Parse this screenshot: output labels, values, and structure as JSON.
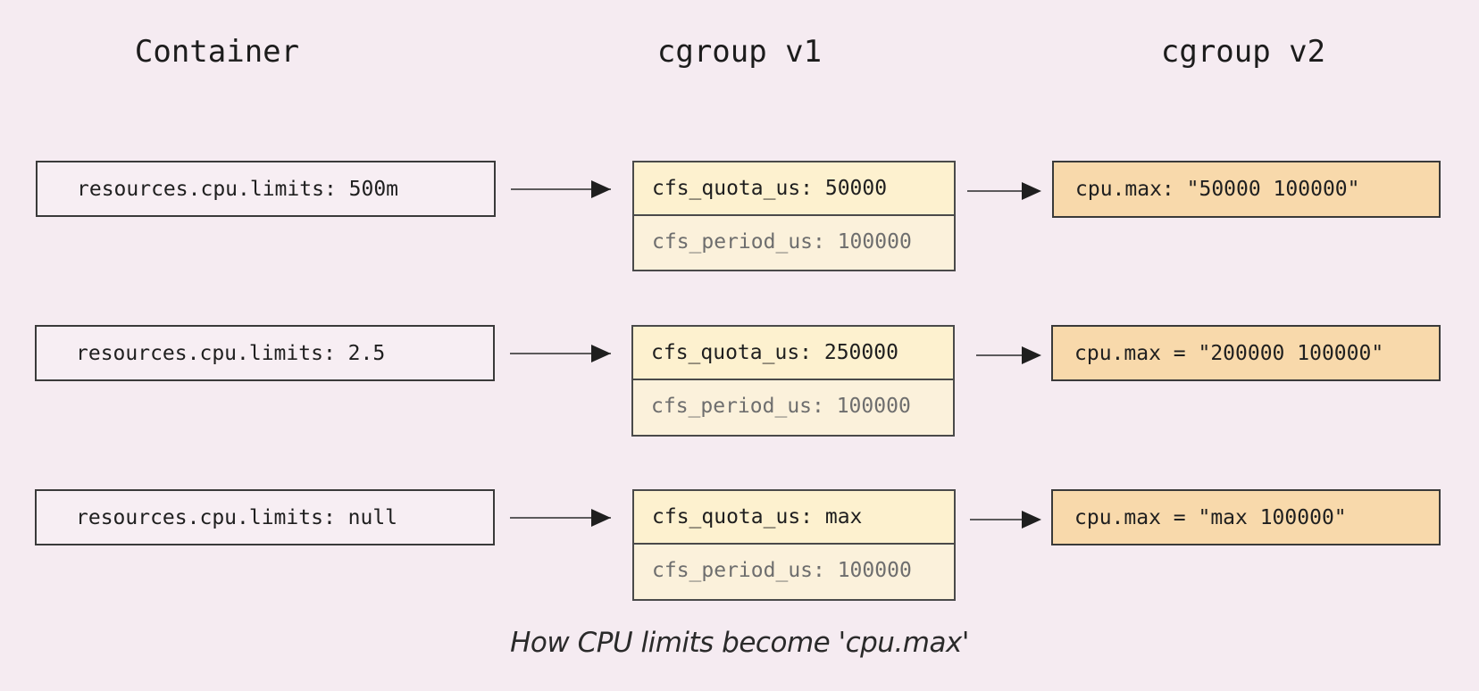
{
  "headers": {
    "container": "Container",
    "v1": "cgroup v1",
    "v2": "cgroup v2"
  },
  "rows": [
    {
      "container": "resources.cpu.limits: 500m",
      "v1_quota": "cfs_quota_us: 50000",
      "v1_period": "cfs_period_us: 100000",
      "v2": "cpu.max: \"50000 100000\""
    },
    {
      "container": "resources.cpu.limits: 2.5",
      "v1_quota": "cfs_quota_us: 250000",
      "v1_period": "cfs_period_us: 100000",
      "v2": "cpu.max = \"200000 100000\""
    },
    {
      "container": "resources.cpu.limits: null",
      "v1_quota": "cfs_quota_us: max",
      "v1_period": "cfs_period_us: 100000",
      "v2": "cpu.max = \"max 100000\""
    }
  ],
  "caption": "How CPU limits become 'cpu.max'",
  "colors": {
    "background": "#f5ebf1",
    "v1_quota_fill": "#fdf1cf",
    "v1_period_fill": "#fbf1db",
    "v2_fill": "#f8d9ab",
    "border": "#3a3a3a"
  }
}
